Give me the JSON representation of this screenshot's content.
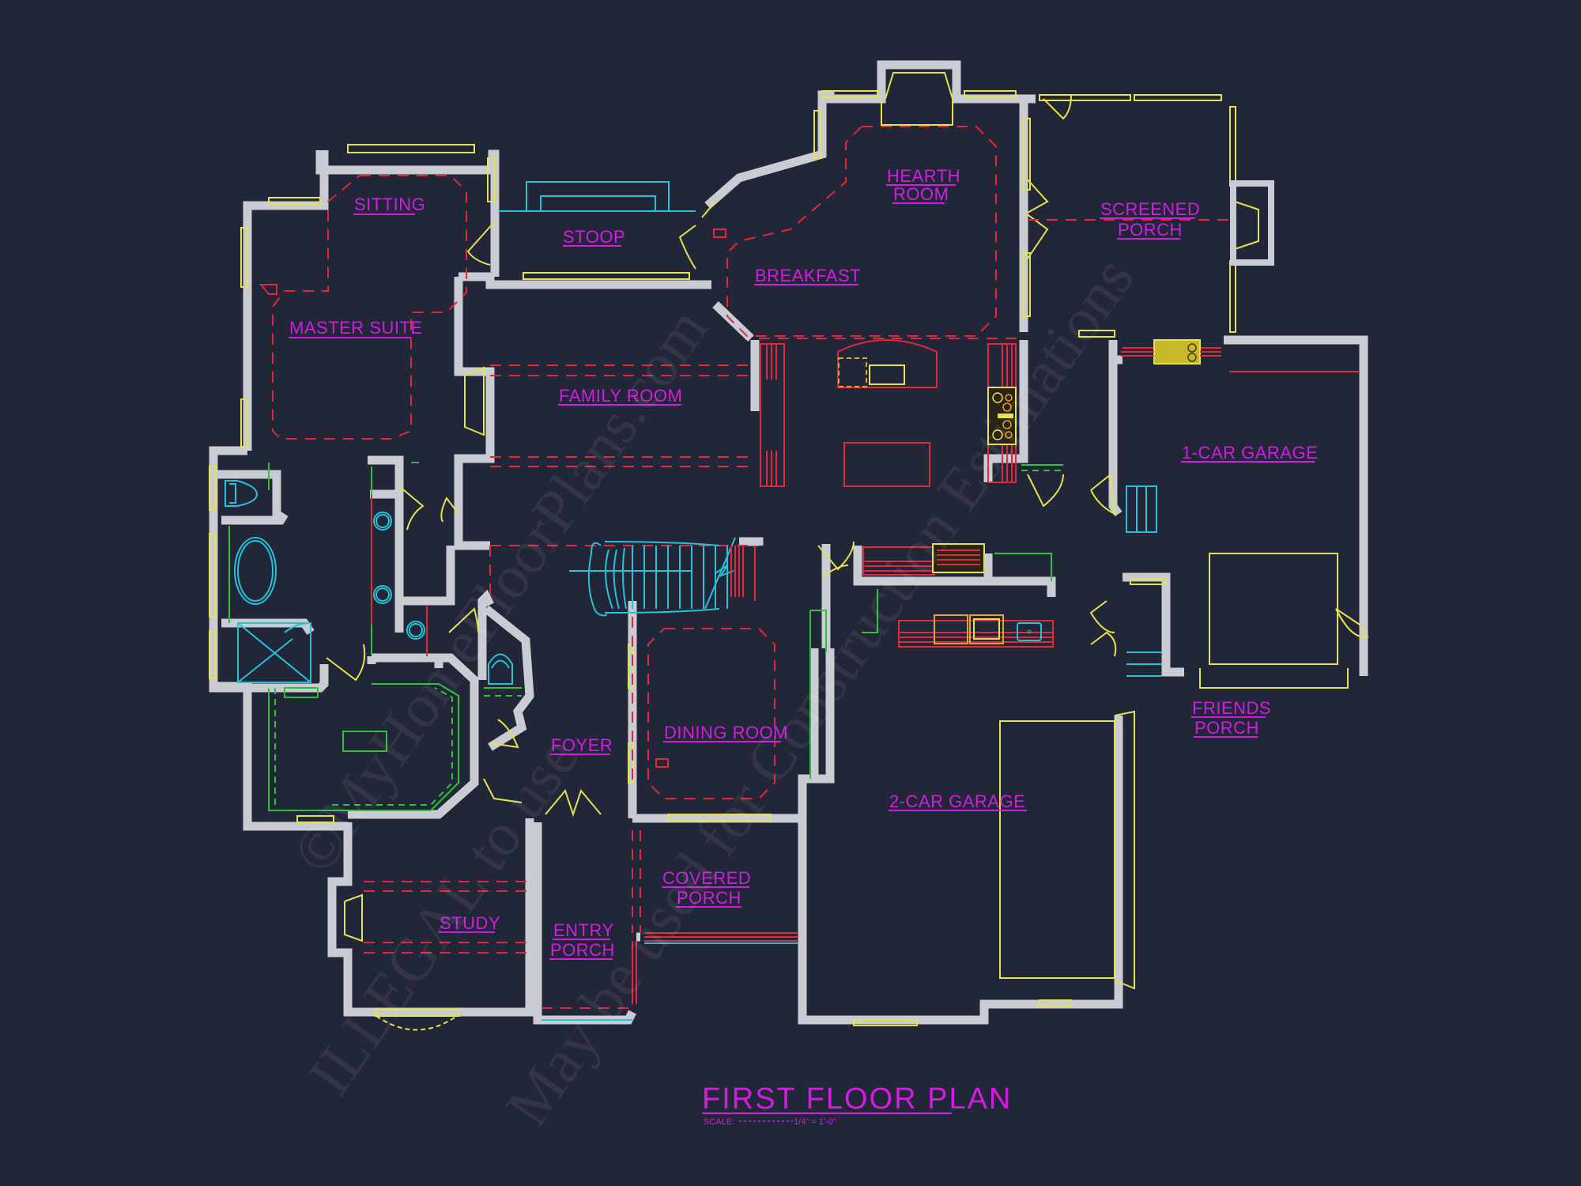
{
  "drawing": {
    "background_color": "#222639",
    "label_color": "#d21ce0",
    "wall_color": "#c9ccd3",
    "window_door_color": "#e6e34a",
    "fixture_color": "#25c3d6",
    "ceiling_line_color": "#e0283a",
    "cabinet_color": "#2fc238"
  },
  "title": {
    "text": "FIRST FLOOR PLAN",
    "scale_label": "SCALE:",
    "scale_value": "1/4\" = 1'-0\""
  },
  "rooms": [
    {
      "id": "sitting",
      "label": "SITTING"
    },
    {
      "id": "master-suite",
      "label": "MASTER SUITE"
    },
    {
      "id": "stoop",
      "label": "STOOP"
    },
    {
      "id": "family-room",
      "label": "FAMILY ROOM"
    },
    {
      "id": "breakfast",
      "label": "BREAKFAST"
    },
    {
      "id": "hearth-room",
      "label_line1": "HEARTH",
      "label_line2": "ROOM"
    },
    {
      "id": "screened-porch",
      "label_line1": "SCREENED",
      "label_line2": "PORCH"
    },
    {
      "id": "one-car-garage",
      "label": "1-CAR GARAGE"
    },
    {
      "id": "friends-porch",
      "label_line1": "FRIENDS",
      "label_line2": "PORCH"
    },
    {
      "id": "foyer",
      "label": "FOYER"
    },
    {
      "id": "dining-room",
      "label": "DINING ROOM"
    },
    {
      "id": "two-car-garage",
      "label": "2-CAR GARAGE"
    },
    {
      "id": "covered-porch",
      "label_line1": "COVERED",
      "label_line2": "PORCH"
    },
    {
      "id": "study",
      "label": "STUDY"
    },
    {
      "id": "entry-porch",
      "label_line1": "ENTRY",
      "label_line2": "PORCH"
    }
  ],
  "watermarks": [
    "©MyHomeFloorPlans.com",
    "ILLEGAL to use",
    "May be used for Construction Estimations"
  ]
}
